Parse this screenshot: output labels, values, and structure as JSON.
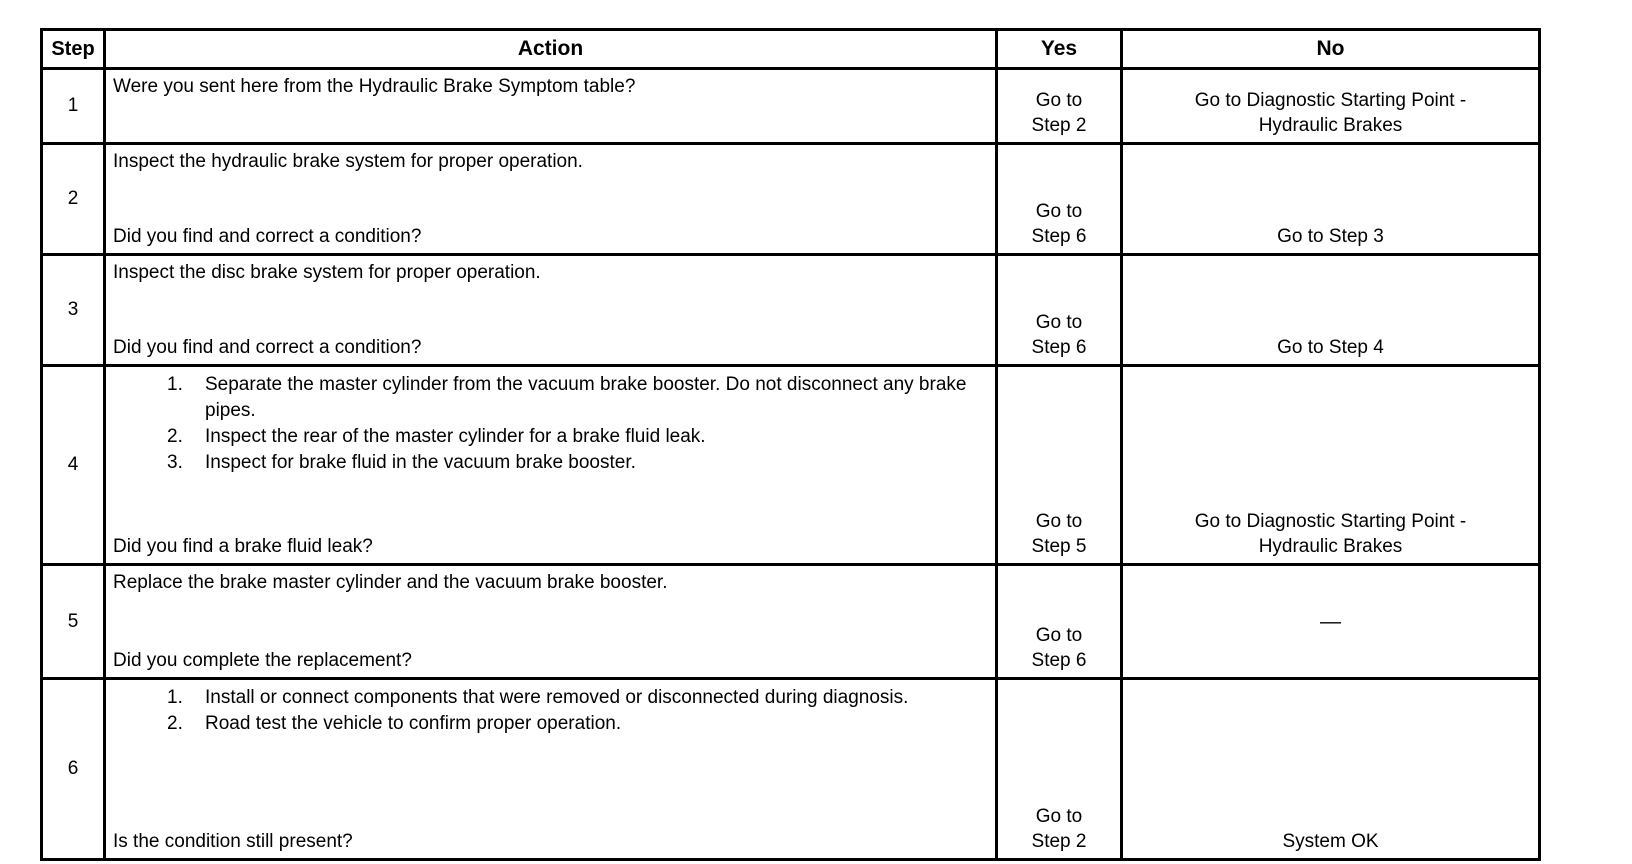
{
  "table": {
    "headers": {
      "step": "Step",
      "action": "Action",
      "yes": "Yes",
      "no": "No"
    },
    "rows": [
      {
        "step": "1",
        "action_lead": "Were you sent here from the Hydraulic Brake Symptom table?",
        "action_list": [],
        "action_tail": "",
        "yes_line1": "Go to",
        "yes_line2": "Step 2",
        "no_line1": "Go to Diagnostic Starting Point -",
        "no_line2": "Hydraulic Brakes"
      },
      {
        "step": "2",
        "action_lead": "Inspect the hydraulic brake system for proper operation.",
        "action_list": [],
        "action_tail": "Did you find and correct a condition?",
        "yes_line1": "Go to",
        "yes_line2": "Step 6",
        "no_line1": "Go to Step 3",
        "no_line2": ""
      },
      {
        "step": "3",
        "action_lead": "Inspect the disc brake system for proper operation.",
        "action_list": [],
        "action_tail": "Did you find and correct a condition?",
        "yes_line1": "Go to",
        "yes_line2": "Step 6",
        "no_line1": "Go to Step 4",
        "no_line2": ""
      },
      {
        "step": "4",
        "action_lead": "",
        "action_list": [
          {
            "num": "1.",
            "text": "Separate the master cylinder from the vacuum brake booster. Do not disconnect any brake pipes."
          },
          {
            "num": "2.",
            "text": "Inspect the rear of the master cylinder for a brake fluid leak."
          },
          {
            "num": "3.",
            "text": "Inspect for brake fluid in the vacuum brake booster."
          }
        ],
        "action_tail": "Did you find a brake fluid leak?",
        "yes_line1": "Go to",
        "yes_line2": "Step 5",
        "no_line1": "Go to Diagnostic Starting Point -",
        "no_line2": "Hydraulic Brakes"
      },
      {
        "step": "5",
        "action_lead": "Replace the brake master cylinder and the vacuum brake booster.",
        "action_list": [],
        "action_tail": "Did you complete the replacement?",
        "yes_line1": "Go to",
        "yes_line2": "Step 6",
        "no_line1": "—",
        "no_line2": ""
      },
      {
        "step": "6",
        "action_lead": "",
        "action_list": [
          {
            "num": "1.",
            "text": "Install or connect components that were removed or disconnected during diagnosis."
          },
          {
            "num": "2.",
            "text": "Road test the vehicle to confirm proper operation."
          }
        ],
        "action_tail": "Is the condition still present?",
        "yes_line1": "Go to",
        "yes_line2": "Step 2",
        "no_line1": "System OK",
        "no_line2": ""
      }
    ]
  }
}
